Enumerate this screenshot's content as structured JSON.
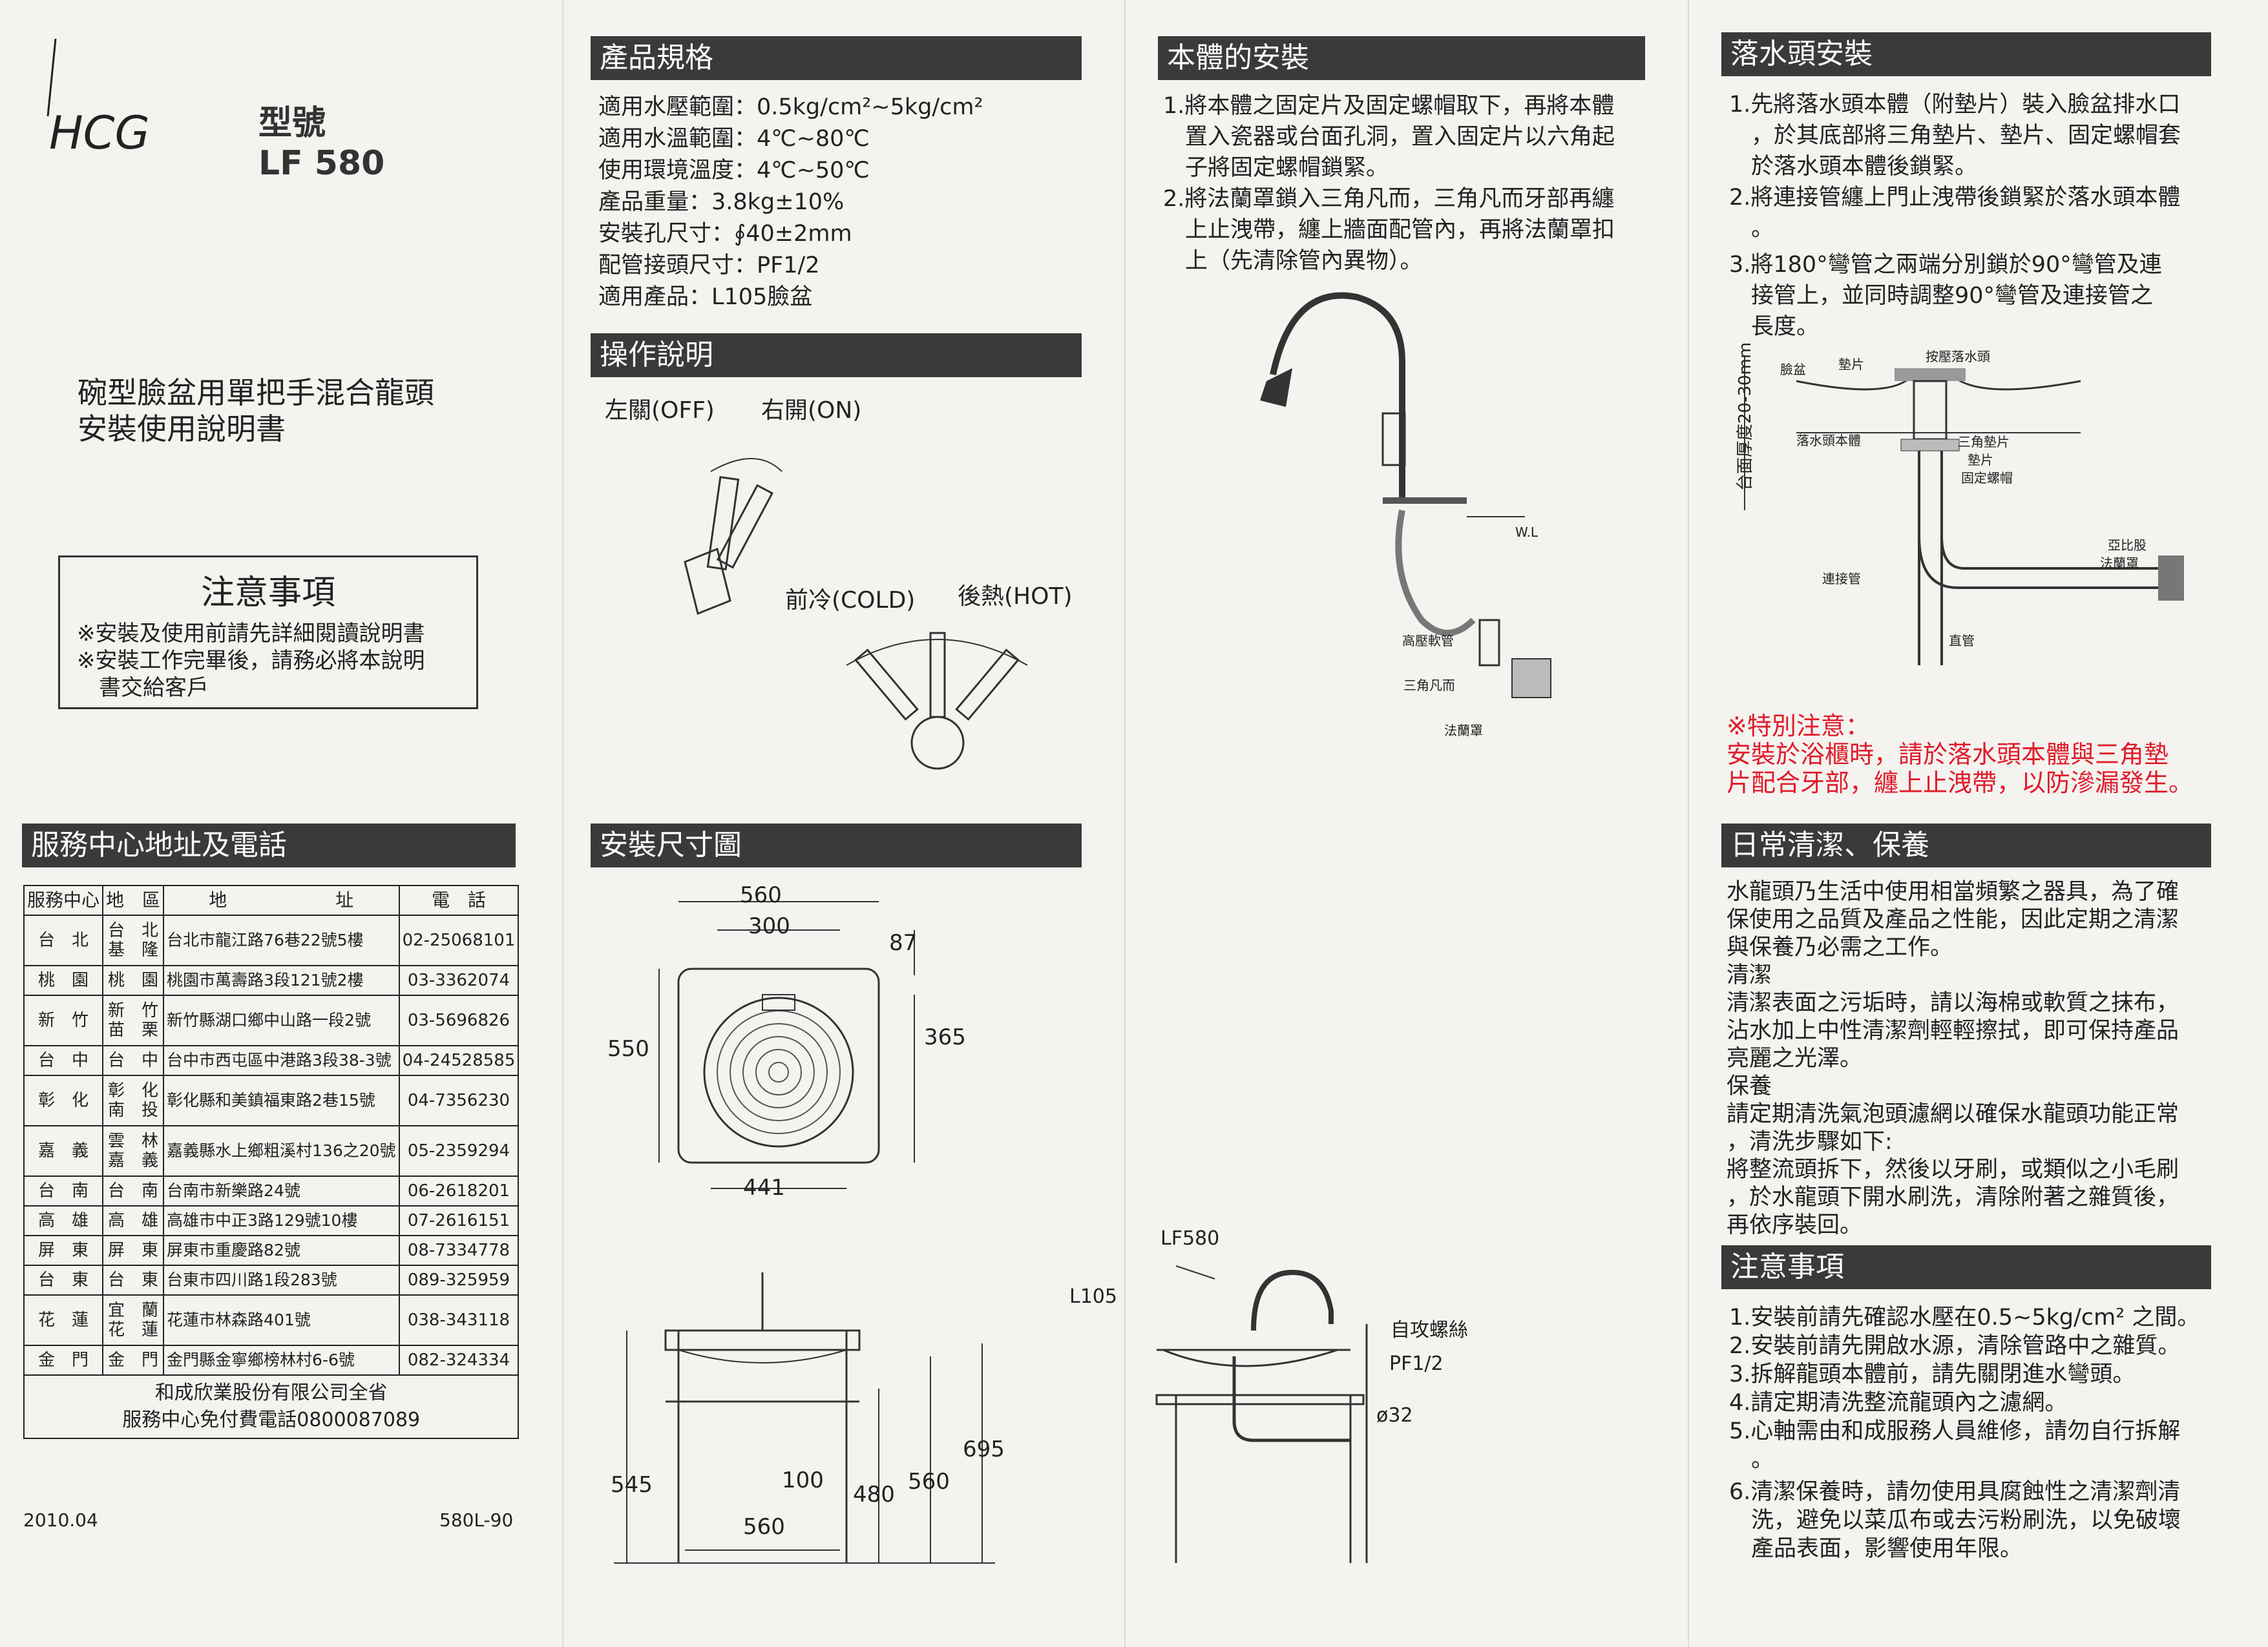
{
  "brand": "HCG",
  "model": {
    "label": "型號",
    "number": "LF 580"
  },
  "doc_title": [
    "碗型臉盆用單把手混合龍頭",
    "安裝使用說明書"
  ],
  "notice_box": {
    "title": "注意事項",
    "lines": [
      "※安裝及使用前請先詳細閱讀說明書",
      "※安裝工作完畢後，請務必將本說明",
      "書交給客戶"
    ]
  },
  "service": {
    "title": "服務中心地址及電話",
    "headers": [
      "服務中心",
      "地　區",
      "地　　　　　　址",
      "電　話"
    ],
    "rows": [
      {
        "center": "台　北",
        "area": [
          "台　北",
          "基　隆"
        ],
        "address": "台北市龍江路76巷22號5樓",
        "phone": "02-25068101"
      },
      {
        "center": "桃　園",
        "area": [
          "桃　園"
        ],
        "address": "桃園市萬壽路3段121號2樓",
        "phone": "03-3362074"
      },
      {
        "center": "新　竹",
        "area": [
          "新　竹",
          "苗　栗"
        ],
        "address": "新竹縣湖口鄉中山路一段2號",
        "phone": "03-5696826"
      },
      {
        "center": "台　中",
        "area": [
          "台　中"
        ],
        "address": "台中市西屯區中港路3段38-3號",
        "phone": "04-24528585"
      },
      {
        "center": "彰　化",
        "area": [
          "彰　化",
          "南　投"
        ],
        "address": "彰化縣和美鎮福東路2巷15號",
        "phone": "04-7356230"
      },
      {
        "center": "嘉　義",
        "area": [
          "雲　林",
          "嘉　義"
        ],
        "address": "嘉義縣水上鄉粗溪村136之20號",
        "phone": "05-2359294"
      },
      {
        "center": "台　南",
        "area": [
          "台　南"
        ],
        "address": "台南市新樂路24號",
        "phone": "06-2618201"
      },
      {
        "center": "高　雄",
        "area": [
          "高　雄"
        ],
        "address": "高雄市中正3路129號10樓",
        "phone": "07-2616151"
      },
      {
        "center": "屏　東",
        "area": [
          "屏　東"
        ],
        "address": "屏東市重慶路82號",
        "phone": "08-7334778"
      },
      {
        "center": "台　東",
        "area": [
          "台　東"
        ],
        "address": "台東市四川路1段283號",
        "phone": "089-325959"
      },
      {
        "center": "花　蓮",
        "area": [
          "宜　蘭",
          "花　蓮"
        ],
        "address": "花蓮市林森路401號",
        "phone": "038-343118"
      },
      {
        "center": "金　門",
        "area": [
          "金　門"
        ],
        "address": "金門縣金寧鄉榜林村6-6號",
        "phone": "082-324334"
      }
    ],
    "footer": [
      "和成欣業股份有限公司全省",
      "服務中心免付費電話0800087089"
    ],
    "date": "2010.04",
    "code": "580L-90"
  },
  "specs": {
    "title": "產品規格",
    "items": [
      "適用水壓範圍：0.5kg/cm²~5kg/cm²",
      "適用水溫範圍：4℃~80℃",
      "使用環境溫度：4℃~50℃",
      "產品重量：3.8kg±10%",
      "安裝孔尺寸：∮40±2mm",
      "配管接頭尺寸：PF1/2",
      "適用產品：L105臉盆"
    ]
  },
  "operation": {
    "title": "操作說明",
    "off": "左關(OFF)",
    "on": "右開(ON)",
    "cold": "前冷(COLD)",
    "hot": "後熱(HOT)"
  },
  "body_install": {
    "title": "本體的安裝",
    "steps": [
      [
        "1.將本體之固定片及固定螺帽取下，再將本體",
        "置入瓷器或台面孔洞，置入固定片以六角起",
        "子將固定螺帽鎖緊。"
      ],
      [
        "2.將法蘭罩鎖入三角凡而，三角凡而牙部再纏",
        "上止洩帶，纏上牆面配管內，再將法蘭罩扣",
        "上（先清除管內異物）。"
      ]
    ],
    "labels": {
      "wl": "W.L",
      "hose": "高壓軟管",
      "valve": "三角凡而",
      "flange": "法蘭罩"
    }
  },
  "drain_install": {
    "title": "落水頭安裝",
    "steps": [
      [
        "1.先將落水頭本體（附墊片）裝入臉盆排水口",
        "，於其底部將三角墊片、墊片、固定螺帽套",
        "於落水頭本體後鎖緊。"
      ],
      [
        "2.將連接管纏上門止洩帶後鎖緊於落水頭本體",
        "。"
      ],
      [
        "3.將180°彎管之兩端分別鎖於90°彎管及連",
        "接管上，並同時調整90°彎管及連接管之",
        "長度。"
      ]
    ],
    "labels": {
      "basin": "臉盆",
      "gasket": "墊片",
      "press": "按壓落水頭",
      "body": "落水頭本體",
      "tri": "三角墊片",
      "gasket2": "墊片",
      "nut": "固定螺帽",
      "thickness": "台面厚度20-30mm",
      "acrylic": "亞比股",
      "flange": "法蘭罩",
      "connector": "連接管",
      "straight": "直管"
    },
    "warning_title": "※特別注意：",
    "warning_lines": [
      "安裝於浴櫃時，請於落水頭本體與三角墊",
      "片配合牙部，纏上止洩帶，以防滲漏發生。"
    ]
  },
  "dimensions": {
    "title": "安裝尺寸圖",
    "top": {
      "w560": "560",
      "w300": "300",
      "h87": "87",
      "h550": "550",
      "h365": "365",
      "w441": "441"
    },
    "front": {
      "h545": "545",
      "w100": "100",
      "h480": "480",
      "h560": "560",
      "h695": "695",
      "w560": "560"
    },
    "side": {
      "lf580": "LF580",
      "l105": "L105",
      "screw": "自攻螺絲",
      "pf": "PF1/2",
      "d32": "ø32"
    }
  },
  "cleaning": {
    "title": "日常清潔、保養",
    "lines": [
      "水龍頭乃生活中使用相當頻繁之器具，為了確",
      "保使用之品質及產品之性能，因此定期之清潔",
      "與保養乃必需之工作。",
      "清潔",
      "清潔表面之污垢時，請以海棉或軟質之抹布，",
      "沾水加上中性清潔劑輕輕擦拭，即可保持產品",
      "亮麗之光澤。",
      "保養",
      "請定期清洗氣泡頭濾網以確保水龍頭功能正常",
      "，清洗步驟如下:",
      "將整流頭拆下，然後以牙刷，或類似之小毛刷",
      "，於水龍頭下開水刷洗，清除附著之雜質後，",
      "再依序裝回。"
    ]
  },
  "notes": {
    "title": "注意事項",
    "items": [
      [
        "1.安裝前請先確認水壓在0.5~5kg/cm² 之間。"
      ],
      [
        "2.安裝前請先開啟水源，清除管路中之雜質。"
      ],
      [
        "3.拆解龍頭本體前，請先關閉進水彎頭。"
      ],
      [
        "4.請定期清洗整流龍頭內之濾網。"
      ],
      [
        "5.心軸需由和成服務人員維修，請勿自行拆解",
        "。"
      ],
      [
        "6.清潔保養時，請勿使用具腐蝕性之清潔劑清",
        "洗，避免以菜瓜布或去污粉刷洗，以免破壞",
        "產品表面，影響使用年限。"
      ]
    ]
  }
}
